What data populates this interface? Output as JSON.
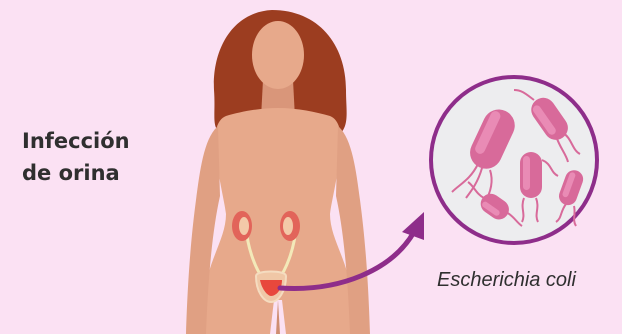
{
  "diagram": {
    "title_line1": "Infección",
    "title_line2": "de orina",
    "bacteria_label": "Escherichia coli"
  },
  "colors": {
    "background": "#fbe1f3",
    "skin": "#e7a98b",
    "hair": "#9c3d20",
    "bladder_infected": "#e8483c",
    "kidney": "#e2645a",
    "arrow": "#8e2d8a",
    "bacteria": "#d86a9a",
    "circle_border": "#8e2d8a",
    "circle_fill": "#ededef",
    "text": "#2f2f2f"
  },
  "icons": [
    "female-body-icon",
    "kidney-icon",
    "bladder-icon",
    "curved-arrow-icon",
    "bacteria-icon"
  ]
}
